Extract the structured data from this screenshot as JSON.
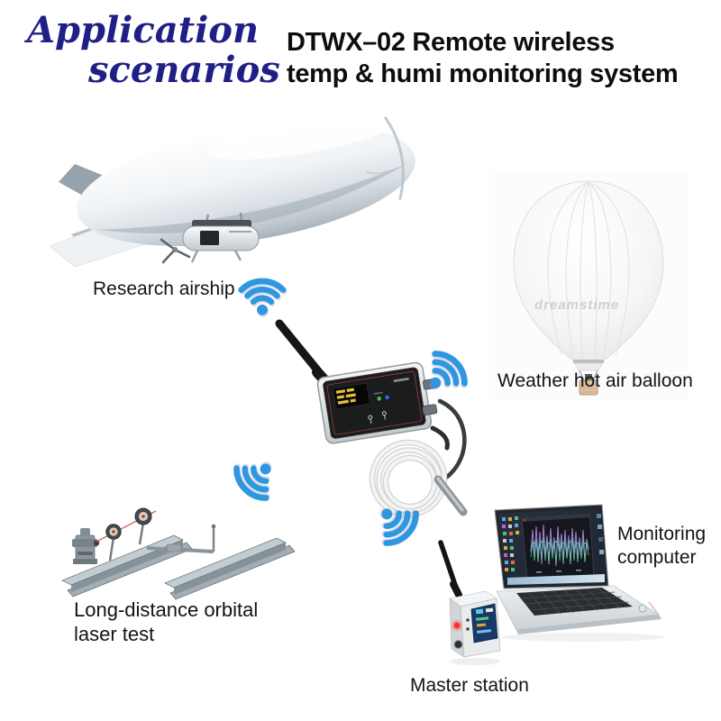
{
  "header": {
    "scenario_title": {
      "line1": "Application",
      "line2": "scenarios"
    },
    "product_title": {
      "line1": "DTWX–02 Remote wireless",
      "line2": "temp & humi monitoring system"
    }
  },
  "scenarios": {
    "airship": {
      "label": "Research airship"
    },
    "balloon": {
      "label": "Weather hot air balloon",
      "watermark": "dreamstime"
    },
    "laser": {
      "label_line1": "Long-distance orbital",
      "label_line2": "laser test"
    },
    "computer": {
      "label_line1": "Monitoring",
      "label_line2": "computer"
    },
    "master": {
      "label": "Master station"
    }
  },
  "icons": {
    "wifi_signal": "wifi-signal-icon (three arcs + dot)",
    "count": 4
  },
  "colors": {
    "wifi_blue": "#2E97DF",
    "title_navy": "#1f1f85",
    "title_black": "#0d0d0d",
    "laser_red": "#d94a42",
    "device_panel": "#1b1c1e",
    "led_green": "#3ec24e",
    "led_blue": "#2f6de0",
    "master_led_red": "#ff2f2a"
  }
}
